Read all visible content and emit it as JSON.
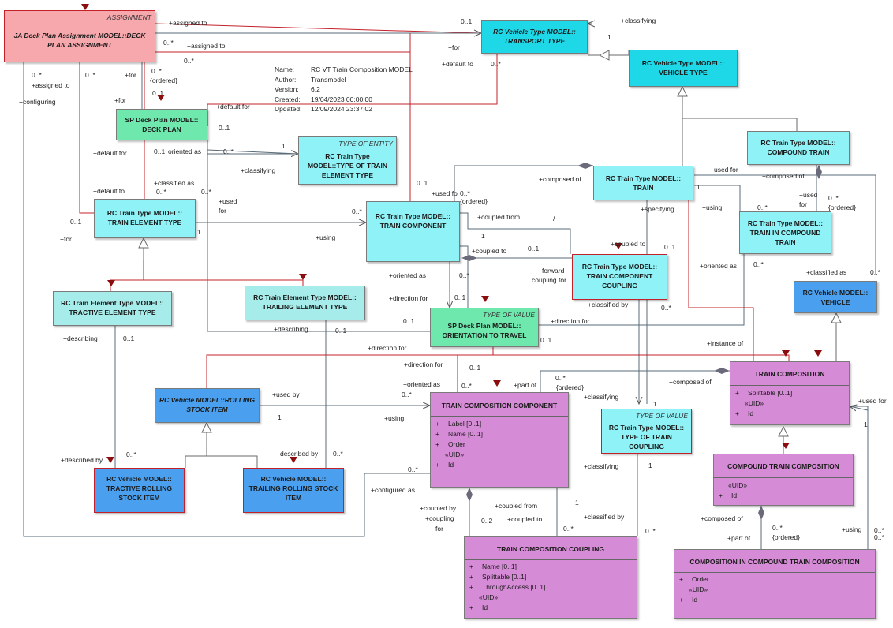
{
  "colors": {
    "assoc": "#5a6b78",
    "red": "#c4202a",
    "gen": "#6a6a6a"
  },
  "note": [
    {
      "key": "Name:",
      "value": "RC VT Train Composition MODEL"
    },
    {
      "key": "Author:",
      "value": "Transmodel"
    },
    {
      "key": "Version:",
      "value": "6.2"
    },
    {
      "key": "Created:",
      "value": "19/04/2023 00:00:00"
    },
    {
      "key": "Updated:",
      "value": "12/09/2024 23:37:02"
    }
  ],
  "boxes": {
    "assignment": {
      "stereotype": "ASSIGNMENT",
      "title": "JA Deck Plan Assignment MODEL::DECK PLAN ASSIGNMENT"
    },
    "transport_type": {
      "title": "RC Vehicle Type MODEL:: TRANSPORT TYPE"
    },
    "vehicle_type": {
      "title": "RC Vehicle Type MODEL:: VEHICLE TYPE"
    },
    "deck_plan": {
      "title": "SP Deck Plan MODEL:: DECK PLAN"
    },
    "type_of_train_element_type": {
      "stereotype": "TYPE OF ENTITY",
      "title": "RC Train Type MODEL::TYPE OF TRAIN ELEMENT TYPE"
    },
    "compound_train": {
      "title": "RC Train Type MODEL:: COMPOUND TRAIN"
    },
    "train": {
      "title": "RC Train Type MODEL:: TRAIN"
    },
    "train_element_type": {
      "title": "RC Train Type MODEL:: TRAIN ELEMENT TYPE"
    },
    "train_component": {
      "title": "RC Train Type MODEL:: TRAIN COMPONENT"
    },
    "train_in_compound_train": {
      "title": "RC Train Type MODEL:: TRAIN IN COMPOUND TRAIN"
    },
    "train_component_coupling": {
      "title": "RC Train Type MODEL:: TRAIN COMPONENT COUPLING"
    },
    "tractive_element_type": {
      "title": "RC Train Element Type MODEL:: TRACTIVE ELEMENT TYPE"
    },
    "trailing_element_type": {
      "title": "RC Train Element Type MODEL:: TRAILING ELEMENT TYPE"
    },
    "orientation_to_travel": {
      "stereotype": "TYPE OF VALUE",
      "title": "SP Deck Plan MODEL:: ORIENTATION TO TRAVEL"
    },
    "vehicle": {
      "title": "RC Vehicle MODEL:: VEHICLE"
    },
    "train_composition": {
      "title": "TRAIN COMPOSITION",
      "attrs": [
        {
          "vis": "+",
          "text": "Splittable [0..1]"
        }
      ],
      "uid_label": "«UID»",
      "uid_attrs": [
        {
          "vis": "+",
          "text": "Id"
        }
      ]
    },
    "rolling_stock_item": {
      "title": "RC Vehicle MODEL::ROLLING STOCK ITEM"
    },
    "train_composition_component": {
      "title": "TRAIN COMPOSITION COMPONENT",
      "attrs": [
        {
          "vis": "+",
          "text": "Label [0..1]"
        },
        {
          "vis": "+",
          "text": "Name [0..1]"
        },
        {
          "vis": "+",
          "text": "Order"
        }
      ],
      "uid_label": "«UID»",
      "uid_attrs": [
        {
          "vis": "+",
          "text": "Id"
        }
      ]
    },
    "type_of_train_coupling": {
      "stereotype": "TYPE OF VALUE",
      "title": "RC Train Type MODEL:: TYPE OF TRAIN COUPLING"
    },
    "compound_train_composition": {
      "title": "COMPOUND TRAIN COMPOSITION",
      "uid_label": "«UID»",
      "uid_attrs": [
        {
          "vis": "+",
          "text": "Id"
        }
      ]
    },
    "tractive_rolling_stock_item": {
      "title": "RC Vehicle MODEL:: TRACTIVE ROLLING STOCK ITEM"
    },
    "trailing_rolling_stock_item": {
      "title": "RC Vehicle MODEL:: TRAILING ROLLING STOCK ITEM"
    },
    "train_composition_coupling": {
      "title": "TRAIN COMPOSITION COUPLING",
      "attrs": [
        {
          "vis": "+",
          "text": "Name [0..1]"
        },
        {
          "vis": "+",
          "text": "Splittable [0..1]"
        },
        {
          "vis": "+",
          "text": "ThroughAccess [0..1]"
        }
      ],
      "uid_label": "«UID»",
      "uid_attrs": [
        {
          "vis": "+",
          "text": "Id"
        }
      ]
    },
    "composition_in_compound": {
      "title": "COMPOSITION IN COMPOUND TRAIN COMPOSITION",
      "attrs": [
        {
          "vis": "+",
          "text": "Order"
        }
      ],
      "uid_label": "«UID»",
      "uid_attrs": [
        {
          "vis": "+",
          "text": "Id"
        }
      ]
    }
  },
  "labels": [
    "+assigned to",
    "+assigned to",
    "0..*",
    "0..*",
    "0..1",
    "1",
    "+classifying",
    "+for",
    "+default to",
    "0..*",
    "0..*",
    "+assigned to",
    "0..*",
    "+for",
    "0..*",
    "{ordered}",
    "+for",
    "0..1",
    "+default for",
    "0..1",
    "+configuring",
    "+default for",
    "0..1",
    "oriented as",
    "0..*",
    "1",
    "+classifying",
    "+classified as",
    "0..*",
    "0..*",
    "+default to",
    "+used",
    "for",
    "0..1",
    "1",
    "0..1",
    "+for",
    "+used fo",
    "0..*",
    "{ordered}",
    "+composed of",
    "+used for",
    "1",
    "+composed of",
    "+used",
    "for",
    "0..*",
    "{ordered}",
    "+specifying",
    "+using",
    "0..*",
    "0..*",
    "+coupled from",
    "/",
    "+using",
    "1",
    "0..1",
    "+coupled to",
    "0..1",
    "+coupled to",
    "+oriented as",
    "0..*",
    "+forward",
    "coupling for",
    "+oriented as",
    "0..*",
    "+classified as",
    "0..*",
    "+direction for",
    "0..1",
    "+classified by",
    "0..*",
    "+direction for",
    "0..1",
    "+describing",
    "0..1",
    "0..1",
    "+describing",
    "0..1",
    "+direction for",
    "+instance of",
    "+direction for",
    "0..1",
    "+part of",
    "0..*",
    "{ordered}",
    "+composed of",
    "1",
    "+oriented as",
    "0..*",
    "0..*",
    "+used by",
    "1",
    "+using",
    "+classifying",
    "+used for",
    "1",
    "+described by",
    "0..*",
    "+described by",
    "0..*",
    "+configured as",
    "0..*",
    "+classifying",
    "1",
    "+coupled by",
    "+coupling",
    "for",
    "+coupled from",
    "0..2",
    "+coupled to",
    "1",
    "+classified by",
    "0..*",
    "0..*",
    "0..*",
    "+composed of",
    "0..*",
    "{ordered}",
    "+part of",
    "+using",
    "0..*"
  ]
}
